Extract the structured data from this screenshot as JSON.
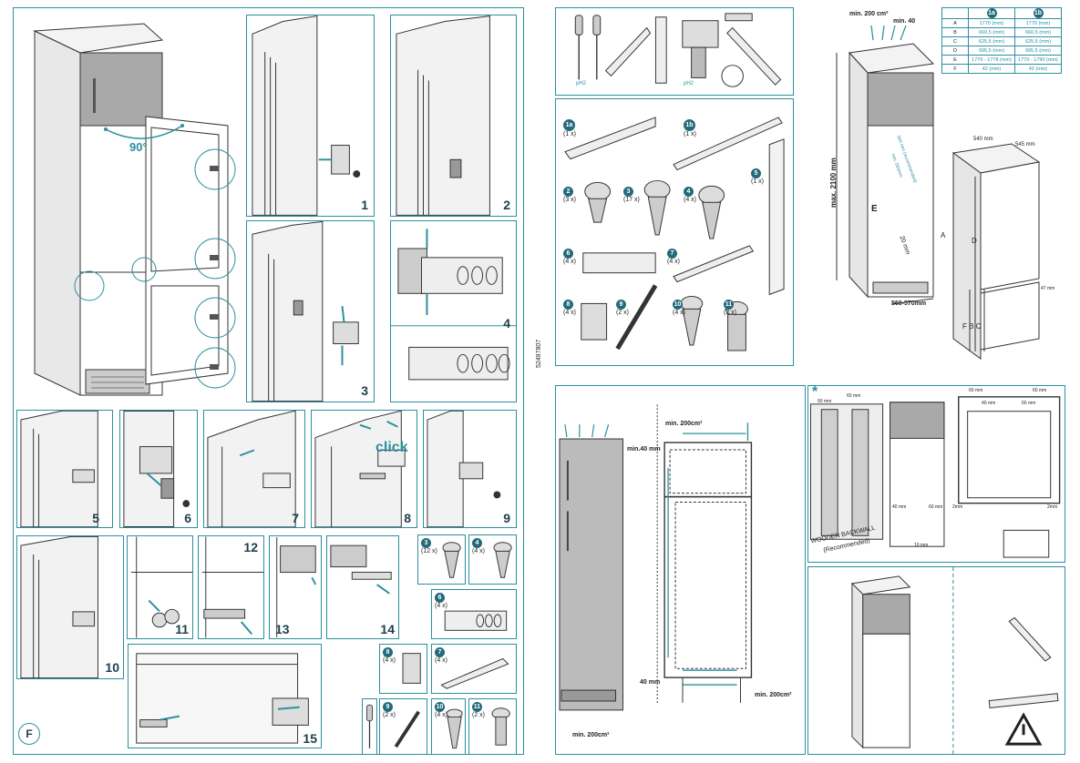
{
  "step_numbers": [
    "1",
    "2",
    "3",
    "4",
    "5",
    "6",
    "7",
    "8",
    "9",
    "10",
    "11",
    "12",
    "13",
    "14",
    "15"
  ],
  "corner_letter": "F",
  "angle_label": "90°",
  "click_label": "click",
  "doc_code": "52497807",
  "tool_labels": {
    "ph1": "pH2",
    "ph2": "pH2"
  },
  "parts": [
    {
      "id": "1a",
      "qty": "(1 x)"
    },
    {
      "id": "1b",
      "qty": "(1 x)"
    },
    {
      "id": "2",
      "qty": "(3 x)"
    },
    {
      "id": "3",
      "qty": "(17 x)"
    },
    {
      "id": "4",
      "qty": "(4 x)"
    },
    {
      "id": "5",
      "qty": "(1 x)"
    },
    {
      "id": "6",
      "qty": "(4 x)"
    },
    {
      "id": "7",
      "qty": "(4 x)"
    },
    {
      "id": "8",
      "qty": "(4 x)"
    },
    {
      "id": "9",
      "qty": "(2 x)"
    },
    {
      "id": "10",
      "qty": "(4 x)"
    },
    {
      "id": "11",
      "qty": "(2 x)"
    }
  ],
  "mini_parts": [
    {
      "id": "3",
      "qty": "(12 x)"
    },
    {
      "id": "4",
      "qty": "(4 x)"
    },
    {
      "id": "6",
      "qty": "(4 x)"
    },
    {
      "id": "8",
      "qty": "(4 x)"
    },
    {
      "id": "7",
      "qty": "(4 x)"
    },
    {
      "id": "9",
      "qty": "(2 x)"
    },
    {
      "id": "10",
      "qty": "(4 x)"
    },
    {
      "id": "11",
      "qty": "(2 x)"
    }
  ],
  "dimensions_table": {
    "headers": [
      "",
      "1a",
      "1b"
    ],
    "rows": [
      [
        "A",
        "1770 (mm)",
        "1770 (mm)"
      ],
      [
        "B",
        "660,5 (mm)",
        "660,5 (mm)"
      ],
      [
        "C",
        "625,5 (mm)",
        "625,5 (mm)"
      ],
      [
        "D",
        "995,5 (mm)",
        "995,5 (mm)"
      ],
      [
        "E",
        "1770 - 1778 (mm)",
        "1770 - 1790 (mm)"
      ],
      [
        "F",
        "42 (mm)",
        "42 (mm)"
      ]
    ]
  },
  "niche_labels": {
    "vent_top": "min. 200 cm²",
    "depth_top": "min. 40",
    "height": "max. 2100 mm",
    "width": "560-570mm",
    "side": "560 mm (recommended)",
    "side2": "min. 550mm",
    "e": "E",
    "twenty": "20 mm",
    "a": "A",
    "d": "D",
    "fbc": "F B C",
    "w540": "540 mm",
    "w545": "545 mm",
    "h47": "47 mm"
  },
  "vent_labels": {
    "top": "min. 200cm²",
    "min40": "min.40 mm",
    "bottom_left": "min. 200cm²",
    "forty": "40 mm",
    "bottom_right": "min. 200cm²"
  },
  "wall_labels": {
    "star": "*",
    "w60a": "60 mm",
    "w60b": "60 mm",
    "backwall": "WOODEN BACKWALL",
    "recommended": "(Recommended)",
    "m40": "40 mm",
    "m60": "60 mm",
    "m10": "10 mm",
    "mm2a": "2mm",
    "mm2b": "2mm",
    "t60a": "60 mm",
    "t60b": "60 mm",
    "t40": "40 mm",
    "t60c": "60 mm"
  }
}
